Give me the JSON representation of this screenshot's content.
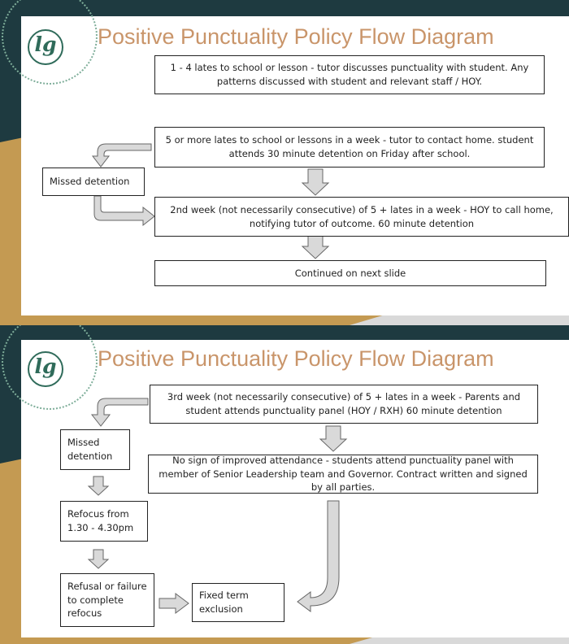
{
  "slides": [
    {
      "logo_text": "lg",
      "title": "Positive Punctuality Policy Flow Diagram",
      "boxes": {
        "step1": "1 - 4 lates  to school or lesson - tutor discusses punctuality with student. Any patterns  discussed with student and relevant staff / HOY.",
        "step2": "5 or more lates to school or lessons in a week - tutor to contact home. student attends 30 minute detention on Friday after school.",
        "missed": "Missed detention",
        "step3": "2nd week (not necessarily consecutive) of 5 + lates in a week - HOY to call home, notifying tutor of outcome. 60 minute detention",
        "continued": "Continued on next slide"
      }
    },
    {
      "logo_text": "lg",
      "title": "Positive Punctuality Policy Flow Diagram",
      "boxes": {
        "step4": "3rd week (not necessarily consecutive) of 5 + lates in a week - Parents and student attends punctuality panel (HOY / RXH)  60 minute detention",
        "missed": "Missed detention",
        "step5": "No sign of improved attendance - students attend punctuality panel with member of Senior Leadership team and Governor. Contract written and signed by all parties.",
        "refocus": "Refocus from 1.30 - 4.30pm",
        "refusal": "Refusal or failure to complete refocus",
        "exclusion": "Fixed term exclusion"
      }
    }
  ]
}
